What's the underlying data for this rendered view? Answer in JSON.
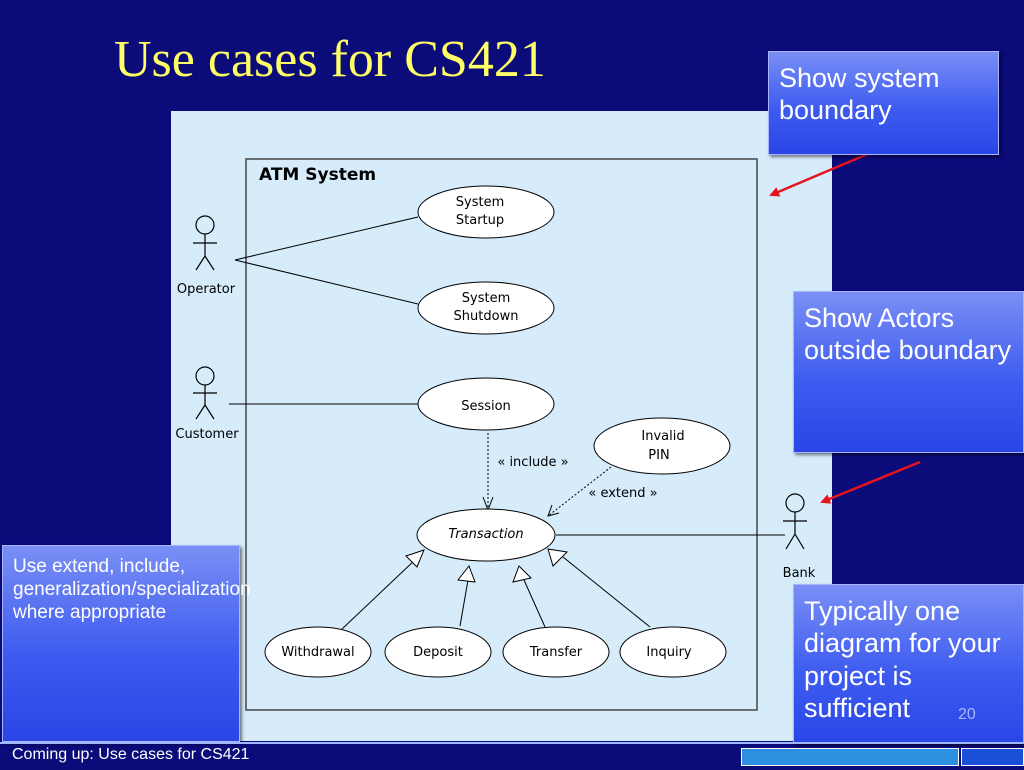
{
  "slide": {
    "title": "Use cases for CS421",
    "page_number": "20",
    "footer": "Coming up: Use cases for CS421"
  },
  "diagram": {
    "system_name": "ATM System",
    "actors": {
      "operator": "Operator",
      "customer": "Customer",
      "bank": "Bank"
    },
    "use_cases": {
      "system_startup": [
        "System",
        "Startup"
      ],
      "system_shutdown": [
        "System",
        "Shutdown"
      ],
      "session": "Session",
      "invalid_pin": [
        "Invalid",
        "PIN"
      ],
      "transaction": "Transaction",
      "withdrawal": "Withdrawal",
      "deposit": "Deposit",
      "transfer": "Transfer",
      "inquiry": "Inquiry"
    },
    "relations": {
      "include": "« include »",
      "extend": "« extend »"
    }
  },
  "callouts": {
    "system_boundary": "Show system boundary",
    "actors_outside": "Show Actors outside boundary",
    "one_diagram": "Typically one diagram for your project is sufficient",
    "extend_include": "Use extend, include, generalization/specialization where appropriate"
  },
  "colors": {
    "background": "#0b0b7a",
    "title": "#ffff66",
    "panel": "#d6ecfb",
    "arrow": "#e8141b"
  }
}
